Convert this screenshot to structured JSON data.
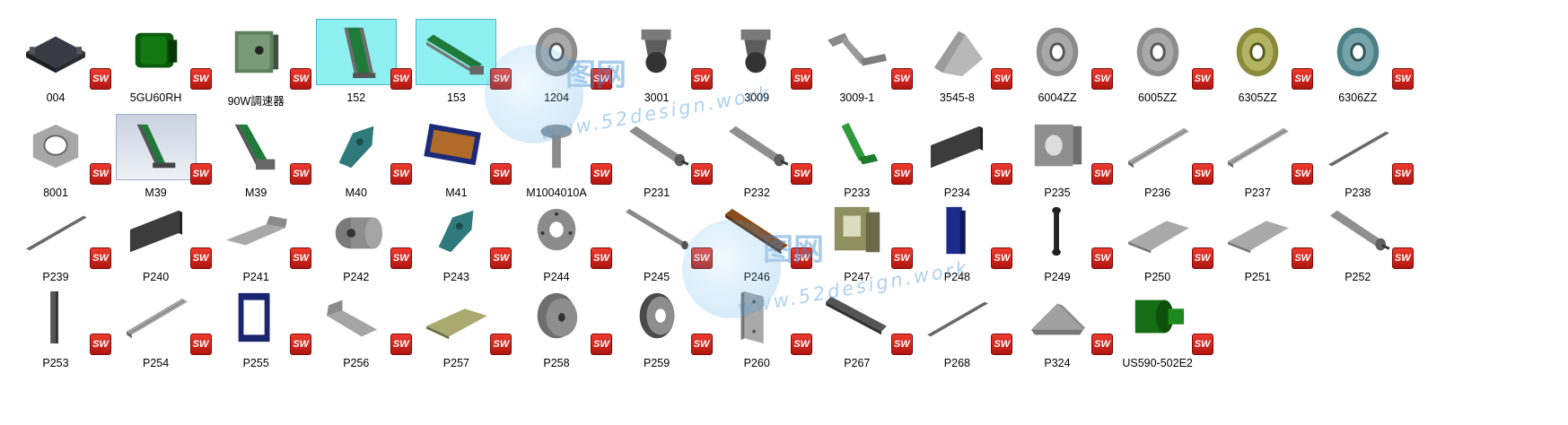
{
  "badge_text": "SW",
  "watermark": {
    "cn": "图网",
    "url": "www.52design.work"
  },
  "files": [
    {
      "name": "004",
      "icon": "black-base-plate"
    },
    {
      "name": "5GU60RH",
      "icon": "green-gearbox"
    },
    {
      "name": "90W調速器",
      "icon": "speed-controller"
    },
    {
      "name": "152",
      "icon": "conveyor-vertical",
      "selected": true
    },
    {
      "name": "153",
      "icon": "conveyor-inclined",
      "selected": true
    },
    {
      "name": "1204",
      "icon": "bearing-grey"
    },
    {
      "name": "3001",
      "icon": "caster-wheel"
    },
    {
      "name": "3009",
      "icon": "caster-wheel"
    },
    {
      "name": "3009-1",
      "icon": "bent-bracket"
    },
    {
      "name": "3545-8",
      "icon": "angle-bracket"
    },
    {
      "name": "6004ZZ",
      "icon": "bearing-grey"
    },
    {
      "name": "6005ZZ",
      "icon": "bearing-grey"
    },
    {
      "name": "6305ZZ",
      "icon": "bearing-olive"
    },
    {
      "name": "6306ZZ",
      "icon": "bearing-teal"
    },
    {
      "name": "8001",
      "icon": "hex-nut"
    },
    {
      "name": "M39",
      "icon": "conveyor-assembly-render"
    },
    {
      "name": "M39",
      "icon": "conveyor-assembly"
    },
    {
      "name": "M40",
      "icon": "teal-bracket"
    },
    {
      "name": "M41",
      "icon": "blue-frame"
    },
    {
      "name": "M1004010A",
      "icon": "screw"
    },
    {
      "name": "P231",
      "icon": "roller"
    },
    {
      "name": "P232",
      "icon": "roller"
    },
    {
      "name": "P233",
      "icon": "green-belt"
    },
    {
      "name": "P234",
      "icon": "dark-panel"
    },
    {
      "name": "P235",
      "icon": "bearing-block"
    },
    {
      "name": "P236",
      "icon": "aluminium-profile"
    },
    {
      "name": "P237",
      "icon": "aluminium-profile"
    },
    {
      "name": "P238",
      "icon": "thin-rod"
    },
    {
      "name": "P239",
      "icon": "thin-rod"
    },
    {
      "name": "P240",
      "icon": "dark-panel"
    },
    {
      "name": "P241",
      "icon": "sheet-tray"
    },
    {
      "name": "P242",
      "icon": "motor-cylinder"
    },
    {
      "name": "P243",
      "icon": "teal-bracket"
    },
    {
      "name": "P244",
      "icon": "flange-wheel"
    },
    {
      "name": "P245",
      "icon": "shaft"
    },
    {
      "name": "P246",
      "icon": "brown-rail"
    },
    {
      "name": "P247",
      "icon": "olive-plate-frame"
    },
    {
      "name": "P248",
      "icon": "blue-column"
    },
    {
      "name": "P249",
      "icon": "dark-link-bar"
    },
    {
      "name": "P250",
      "icon": "flat-plate"
    },
    {
      "name": "P251",
      "icon": "flat-plate"
    },
    {
      "name": "P252",
      "icon": "roller"
    },
    {
      "name": "P253",
      "icon": "vertical-bar"
    },
    {
      "name": "P254",
      "icon": "aluminium-profile"
    },
    {
      "name": "P255",
      "icon": "blue-frame-plate"
    },
    {
      "name": "P256",
      "icon": "bent-plate"
    },
    {
      "name": "P257",
      "icon": "olive-plate"
    },
    {
      "name": "P258",
      "icon": "thick-disk"
    },
    {
      "name": "P259",
      "icon": "washer-disk"
    },
    {
      "name": "P260",
      "icon": "mount-plate"
    },
    {
      "name": "P267",
      "icon": "dark-flat-bar"
    },
    {
      "name": "P268",
      "icon": "thin-rod"
    },
    {
      "name": "P324",
      "icon": "triangle-bracket"
    },
    {
      "name": "US590-502E2",
      "icon": "green-motor"
    }
  ]
}
